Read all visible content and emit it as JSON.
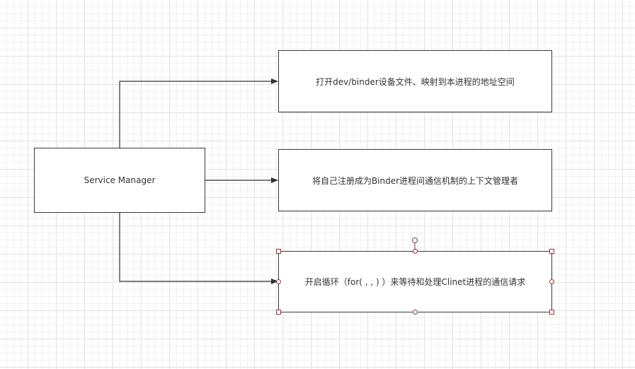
{
  "diagram": {
    "center_node": {
      "label": "Service Manager"
    },
    "steps": [
      {
        "label": "打开dev/binder设备文件、映射到本进程的地址空间"
      },
      {
        "label": "将自己注册成为Binder进程间通信机制的上下文管理者"
      },
      {
        "label": "开启循环（for( , , ) ）来等待和处理Clinet进程的通信请求",
        "selected": true
      }
    ]
  },
  "colors": {
    "stroke": "#3a3a3a",
    "selection_handle": "#8a3a3a",
    "grid": "#e3e3e3"
  }
}
